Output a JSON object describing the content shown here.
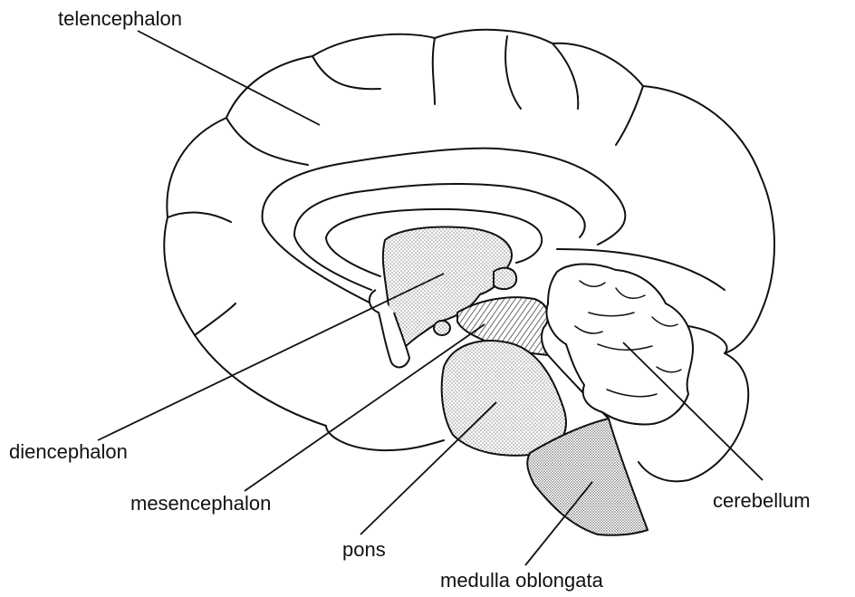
{
  "labels": {
    "telencephalon": "telencephalon",
    "diencephalon": "diencephalon",
    "mesencephalon": "mesencephalon",
    "pons": "pons",
    "medulla": "medulla oblongata",
    "cerebellum": "cerebellum"
  },
  "colors": {
    "outline": "#111111",
    "fill": "#ffffff",
    "stipple": "#9a9a9a",
    "hatch": "#555555"
  }
}
